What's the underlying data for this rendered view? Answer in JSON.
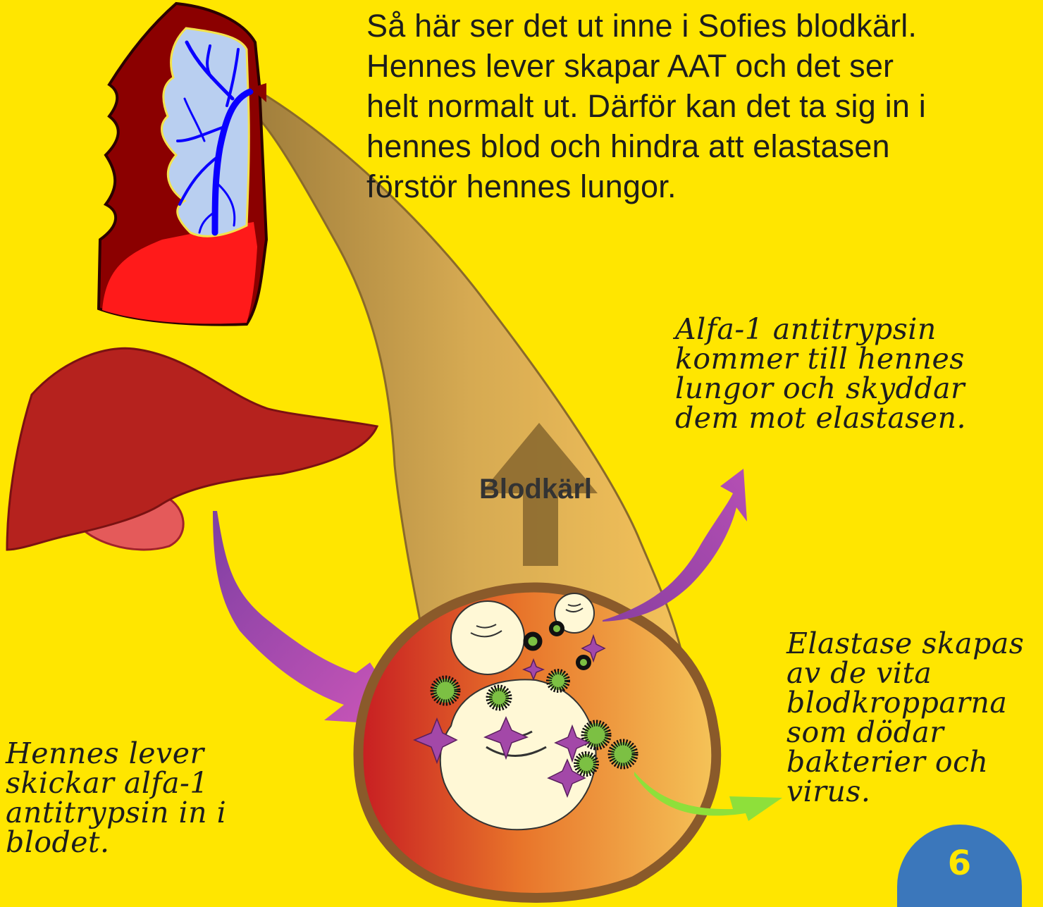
{
  "texts": {
    "main": "Så här ser det ut inne i Sofies blodkärl.\nHennes lever skapar AAT och det ser\nhelt normalt ut. Därför kan det ta sig in i\nhennes blod och hindra att elastasen\nförstör hennes lungor.",
    "alfa_caption": "Alfa-1 antitrypsin\nkommer till hennes\nlungor och skyddar\ndem mot elastasen.",
    "elastase_caption": "Elastase skapas\nav de vita\nblodkropparna\nsom dödar\nbakterier och\nvirus.",
    "liver_caption": "Hennes lever\nskickar alfa-1\nantitrypsin in i\nblodet.",
    "vessel_label": "Blodkärl",
    "page_number": "6"
  },
  "colors": {
    "background": "#ffe600",
    "lung_tissue": "#8b0000",
    "lung_lower": "#ff1a1a",
    "lung_airways": "#0a00ff",
    "liver": "#b5221e",
    "vessel": "#c9a24a",
    "alfa_arrow": "#a44bb0",
    "elastase_arrow": "#8ee03a",
    "badge": "#3b77bb"
  }
}
